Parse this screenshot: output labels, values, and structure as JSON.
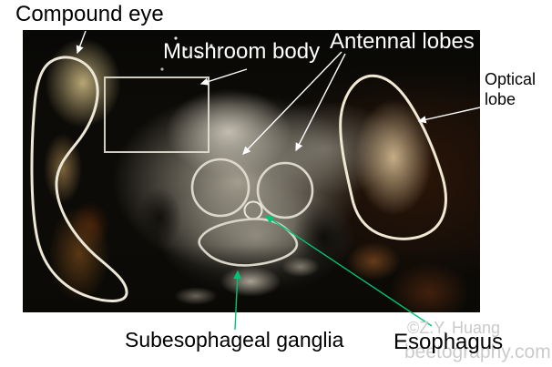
{
  "figure": {
    "title": "labeled honey-bee brain dissection photo",
    "labels": {
      "compound_eye": "Compound eye",
      "mushroom_body": "Mushroom body",
      "antennal_lobes": "Antennal lobes",
      "optical_lobe": "Optical\nlobe",
      "subesophageal_ganglia": "Subesophageal ganglia",
      "esophagus": "Esophagus"
    },
    "watermark": {
      "line1": "©Z.Y. Huang",
      "line2": "beetography.com",
      "color": "#c9c9c9"
    },
    "colors": {
      "background": "#ffffff",
      "outline_white": "#efe9d8",
      "arrow_white": "#ffffff",
      "arrow_green": "#00c472",
      "label_black": "#000000",
      "label_white": "#ffffff"
    }
  }
}
